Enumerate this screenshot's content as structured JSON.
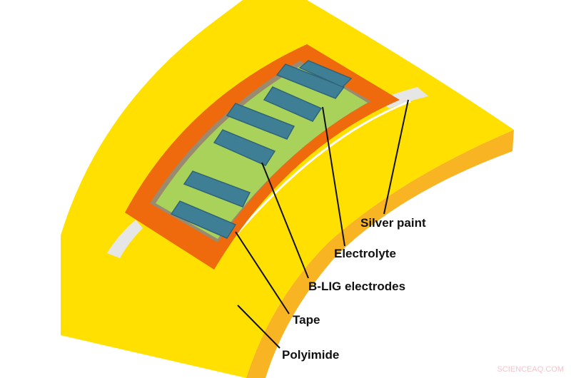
{
  "labels": {
    "silver_paint": "Silver paint",
    "electrolyte": "Electrolyte",
    "electrodes": "B-LIG electrodes",
    "tape": "Tape",
    "polyimide": "Polyimide"
  },
  "watermark": "SCIENCEAQ.COM",
  "colors": {
    "polyimide": "#ffe000",
    "polyimide_edge": "#f8b422",
    "tape": "#ee6a0c",
    "electrolyte": "#a8d25a",
    "electrode": "#3f7f95",
    "silver_paint": "#e8e8e8"
  }
}
